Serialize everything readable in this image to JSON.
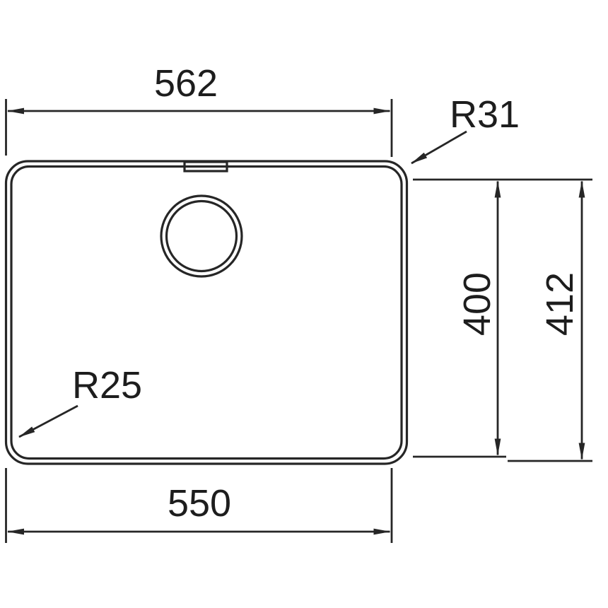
{
  "diagram": {
    "labels": {
      "top_width": "562",
      "bottom_width": "550",
      "inner_height": "400",
      "outer_height": "412",
      "radius_top_right": "R31",
      "radius_bottom_left": "R25"
    },
    "colors": {
      "line": "#262626",
      "background": "#ffffff"
    }
  }
}
